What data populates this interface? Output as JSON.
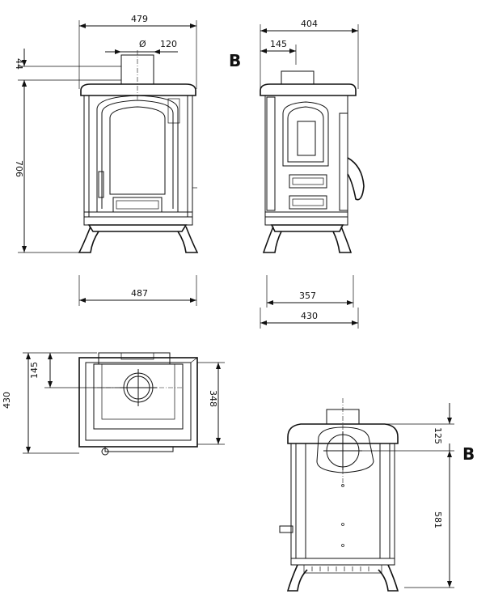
{
  "drawing": {
    "front_view": {
      "width_top": "479",
      "flue_diameter_symbol": "Ø",
      "flue_diameter": "120",
      "flue_height": "44",
      "total_height": "706",
      "width_base": "487"
    },
    "side_view": {
      "depth_top": "404",
      "flue_offset": "145",
      "depth_base": "357",
      "depth_total": "430",
      "section_label": "B"
    },
    "top_view": {
      "flue_offset": "145",
      "depth_total": "430",
      "depth_body": "348"
    },
    "rear_view": {
      "flue_height": "125",
      "outlet_height": "581",
      "section_label": "B"
    }
  }
}
